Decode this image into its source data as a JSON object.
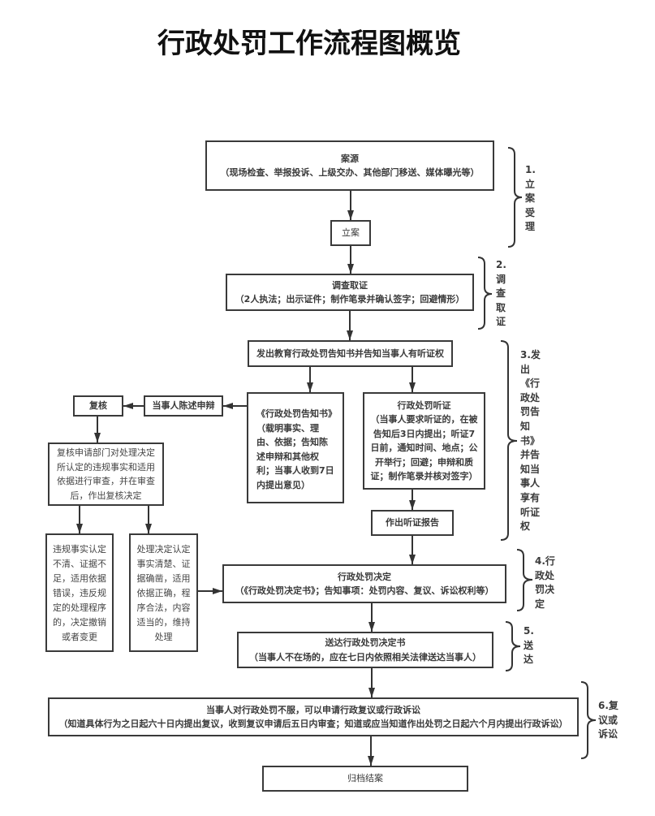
{
  "title": "行政处罚工作流程图概览",
  "nodes": {
    "case_source": {
      "title": "案源",
      "detail": "（现场检查、举报投诉、上级交办、其他部门移送、媒体曝光等）"
    },
    "filing": {
      "title": "立案"
    },
    "investigation": {
      "title": "调查取证",
      "detail": "（2人执法；出示证件；制作笔录并确认签字；回避情形）"
    },
    "notice_issue": {
      "title": "发出教育行政处罚告知书并告知当事人有听证权"
    },
    "notice_letter": {
      "title": "《行政处罚告知书》",
      "detail": "（载明事实、理由、依据；告知陈述申辩和其他权利；当事人收到7日内提出意见）"
    },
    "hearing": {
      "title": "行政处罚听证",
      "detail": "（当事人要求听证的，在被告知后3日内提出；听证7日前，通知时间、地点；公开举行；回避；申辩和质证；制作笔录并核对签字）"
    },
    "hearing_report": {
      "title": "作出听证报告"
    },
    "statement": {
      "title": "当事人陈述申辩"
    },
    "review": {
      "title": "复核"
    },
    "review_process": {
      "text": "复核申请部门对处理决定所认定的违规事实和适用依据进行审查，并在审查后，作出复核决定"
    },
    "revoke": {
      "text": "违规事实认定不清、证据不足，适用依据错误，违反规定的处理程序的，决定撤销或者变更"
    },
    "maintain": {
      "text": "处理决定认定事实清楚、证据确凿，适用依据正确，程序合法，内容适当的，维持处理"
    },
    "decision": {
      "title": "行政处罚决定",
      "detail": "（《行政处罚决定书》；告知事项：处罚内容、复议、诉讼权利等）"
    },
    "delivery": {
      "title": "送达行政处罚决定书",
      "detail": "（当事人不在场的，应在七日内依照相关法律送达当事人）"
    },
    "appeal": {
      "title": "当事人对行政处罚不服，可以申请行政复议或行政诉讼",
      "detail": "（知道具体行为之日起六十日内提出复议，收到复议申请后五日内审查；知道或应当知道作出处罚之日起六个月内提出行政诉讼）"
    },
    "archive": {
      "title": "归档结案"
    }
  },
  "stages": [
    {
      "label": "1.立案受理"
    },
    {
      "label": "2.调查取证"
    },
    {
      "label": "3.发出《行政处罚告知书》并告知当事人享有听证权"
    },
    {
      "label": "4.行政处罚决定"
    },
    {
      "label": "5.送达"
    },
    {
      "label": "6.复议或诉讼"
    }
  ],
  "colors": {
    "line": "#333333",
    "text": "#3a3a3a",
    "background": "#ffffff"
  }
}
